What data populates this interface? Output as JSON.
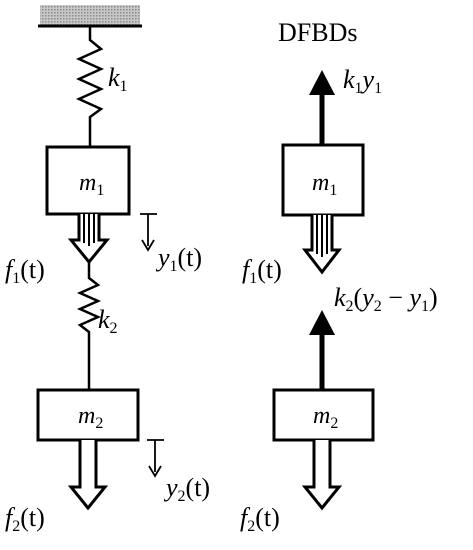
{
  "title": "DFBDs",
  "system": {
    "spring1": {
      "symbol": "k",
      "sub": "1"
    },
    "spring2": {
      "symbol": "k",
      "sub": "2"
    },
    "mass1": {
      "symbol": "m",
      "sub": "1"
    },
    "mass2": {
      "symbol": "m",
      "sub": "2"
    },
    "force1": {
      "symbol": "f",
      "sub": "1",
      "arg": "(t)"
    },
    "force2": {
      "symbol": "f",
      "sub": "2",
      "arg": "(t)"
    },
    "disp1": {
      "symbol": "y",
      "sub": "1",
      "arg": "(t)"
    },
    "disp2": {
      "symbol": "y",
      "sub": "2",
      "arg": "(t)"
    }
  },
  "dfbd": {
    "mass1": {
      "symbol": "m",
      "sub": "1"
    },
    "mass2": {
      "symbol": "m",
      "sub": "2"
    },
    "top_force": {
      "k": "k",
      "k_sub": "1",
      "y": "y",
      "y_sub": "1"
    },
    "force1": {
      "symbol": "f",
      "sub": "1",
      "arg": "(t)"
    },
    "force2": {
      "symbol": "f",
      "sub": "2",
      "arg": "(t)"
    },
    "spring_force": {
      "k": "k",
      "k_sub": "2",
      "open": "(",
      "y_a": "y",
      "y_a_sub": "2",
      "minus": " − ",
      "y_b": "y",
      "y_b_sub": "1",
      "close": ")"
    }
  },
  "colors": {
    "ink": "#000000",
    "ground_hatch": "#b0b0b0",
    "background": "#ffffff"
  }
}
